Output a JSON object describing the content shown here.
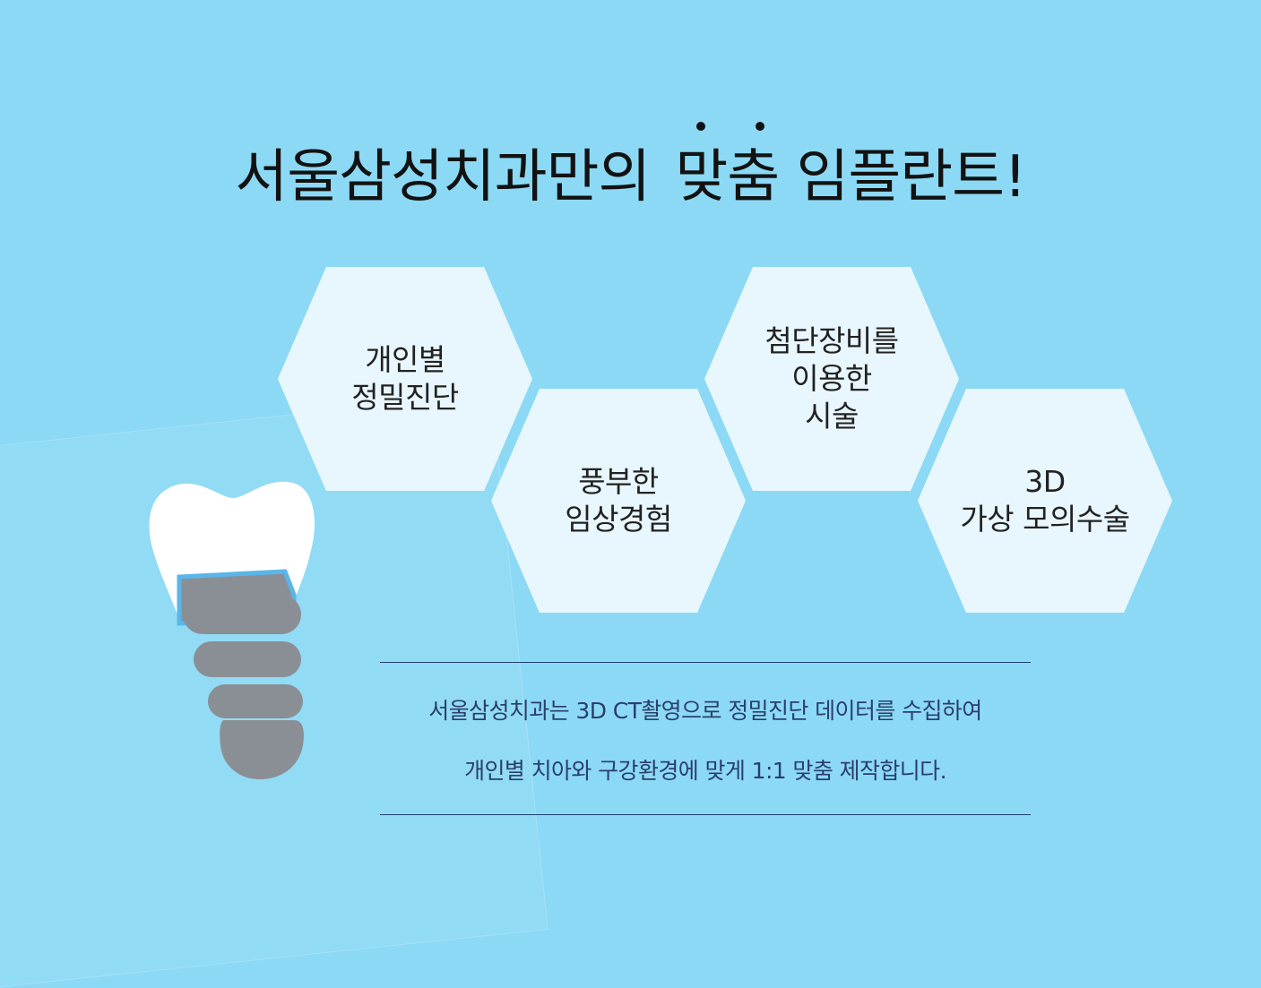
{
  "title": {
    "part1": "서울삼성치과만의",
    "emphasis": "맞춤",
    "part2": "임플란트!"
  },
  "features": [
    {
      "label": "개인별\n정밀진단"
    },
    {
      "label": "풍부한\n임상경험"
    },
    {
      "label": "첨단장비를\n이용한\n시술"
    },
    {
      "label": "3D\n가상 모의수술"
    }
  ],
  "description": {
    "line1": "서울삼성치과는 3D CT촬영으로 정밀진단 데이터를 수집하여",
    "line2": "개인별 치아와 구강환경에 맞게 1:1 맞춤 제작합니다."
  },
  "colors": {
    "background": "#8cd9f5",
    "hexagon": "#e8f7fd",
    "divider": "#1f3f73",
    "implant": "#8a8f95",
    "tooth": "#ffffff"
  },
  "icons": [
    "dental-implant-icon"
  ]
}
